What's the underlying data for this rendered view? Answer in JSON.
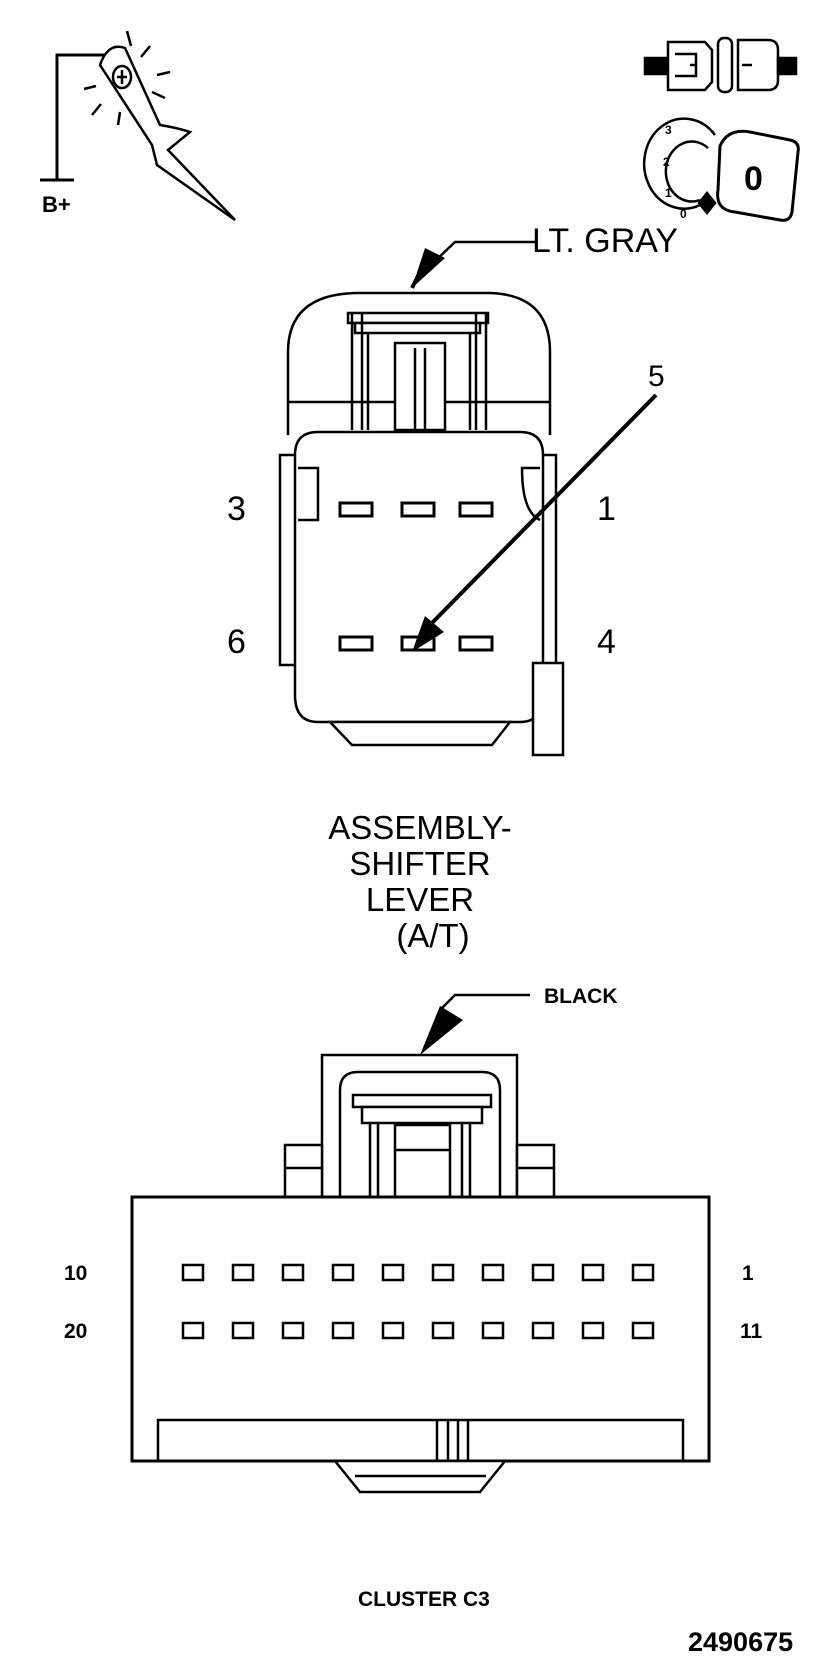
{
  "test_light": {
    "label": "B+",
    "icon": "test-light-icon"
  },
  "ignition": {
    "positions": [
      "3",
      "2",
      "1",
      "0"
    ],
    "key_label": "0",
    "icons": [
      "connector-icon",
      "ignition-key-icon"
    ]
  },
  "connector_top": {
    "color": "LT. GRAY",
    "pins": {
      "top_left": "3",
      "top_right": "1",
      "bottom_left": "6",
      "bottom_right": "4",
      "pointer": "5"
    },
    "name_lines": [
      "ASSEMBLY-",
      "SHIFTER",
      "LEVER",
      "(A/T)"
    ]
  },
  "connector_bottom": {
    "color": "BLACK",
    "pins": {
      "row1_left": "10",
      "row1_right": "1",
      "row2_left": "20",
      "row2_right": "11"
    },
    "name": "CLUSTER C3"
  },
  "figure_number": "2490675"
}
